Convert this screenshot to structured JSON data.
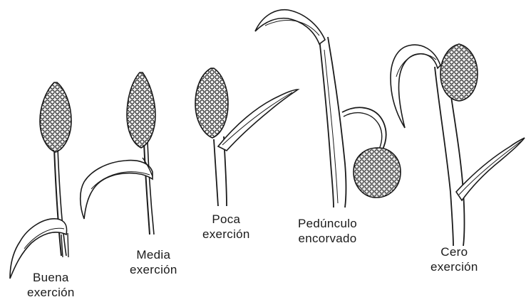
{
  "stages": [
    {
      "id": "buena",
      "line1": "Buena",
      "line2": "exerción"
    },
    {
      "id": "media",
      "line1": "Media",
      "line2": "exerción"
    },
    {
      "id": "poca",
      "line1": "Poca",
      "line2": "exerción"
    },
    {
      "id": "pedunculo",
      "line1": "Pedúnculo",
      "line2": "encorvado"
    },
    {
      "id": "cero",
      "line1": "Cero",
      "line2": "exerción"
    }
  ],
  "colors": {
    "ink": "#1a1a1a",
    "background": "#ffffff",
    "head_fill": "#e9e9e9"
  }
}
